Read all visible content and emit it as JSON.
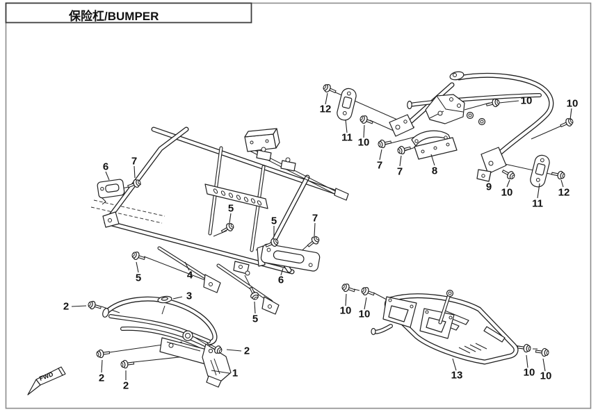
{
  "page": {
    "title": "保险杠/BUMPER",
    "fwd_label": "FWD"
  },
  "colors": {
    "line": "#1f1f1f",
    "page_border": "#8c8c8c",
    "title_box_border": "#3c3c3c",
    "background": "#ffffff"
  },
  "callouts": [
    {
      "label": "12"
    },
    {
      "label": "11"
    },
    {
      "label": "10"
    },
    {
      "label": "7"
    },
    {
      "label": "7"
    },
    {
      "label": "8"
    },
    {
      "label": "10"
    },
    {
      "label": "10"
    },
    {
      "label": "9"
    },
    {
      "label": "10"
    },
    {
      "label": "11"
    },
    {
      "label": "12"
    },
    {
      "label": "6"
    },
    {
      "label": "7"
    },
    {
      "label": "5"
    },
    {
      "label": "5"
    },
    {
      "label": "7"
    },
    {
      "label": "5"
    },
    {
      "label": "4"
    },
    {
      "label": "6"
    },
    {
      "label": "5"
    },
    {
      "label": "2"
    },
    {
      "label": "3"
    },
    {
      "label": "2"
    },
    {
      "label": "2"
    },
    {
      "label": "2"
    },
    {
      "label": "1"
    },
    {
      "label": "10"
    },
    {
      "label": "10"
    },
    {
      "label": "13"
    },
    {
      "label": "10"
    },
    {
      "label": "10"
    }
  ]
}
